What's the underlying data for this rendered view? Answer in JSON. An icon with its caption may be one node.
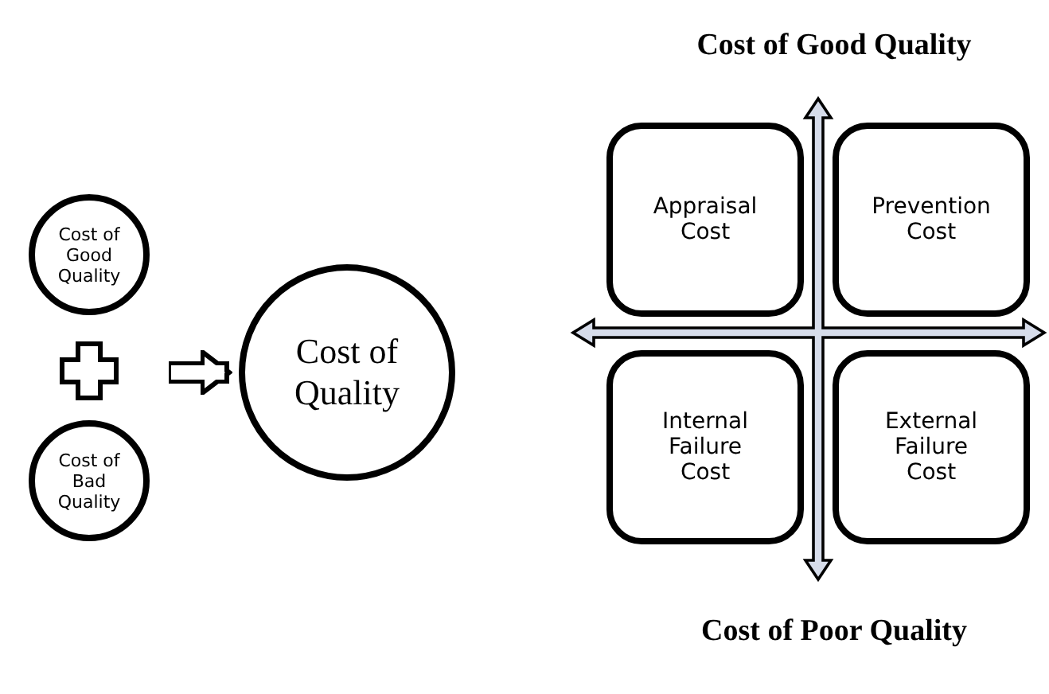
{
  "diagram": {
    "nodes": [
      {
        "text": [
          "Cost of Good Quality"
        ]
      },
      {
        "text": [
          "Cost of Bad Quality"
        ]
      },
      {
        "text": [
          "Cost of Quality"
        ]
      },
      {
        "text": [
          "Appraisal Cost"
        ]
      },
      {
        "text": [
          "Prevention Cost"
        ]
      },
      {
        "text": [
          "Internal Failure Cost"
        ]
      },
      {
        "text": [
          "External Failure Cost"
        ]
      }
    ],
    "edges": [
      {
        "from": null,
        "to": 2,
        "arrow": "to"
      }
    ],
    "labels": [
      "Cost of Good Quality",
      "Cost of Poor Quality"
    ]
  }
}
